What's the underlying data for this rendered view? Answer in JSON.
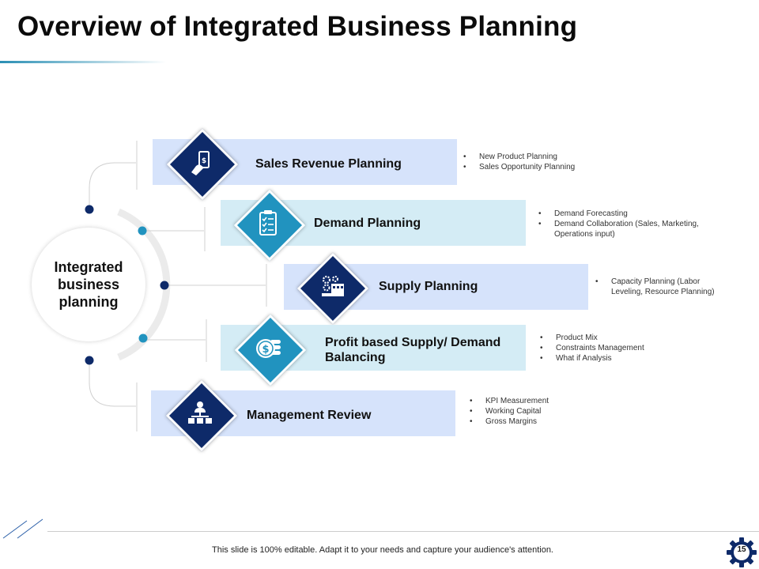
{
  "slide": {
    "title": "Overview of Integrated Business Planning",
    "hub_label": "Integrated business planning",
    "footer_text": "This slide is 100% editable. Adapt it to your needs and capture your audience's attention.",
    "page_number": "15",
    "colors": {
      "navy": "#0e2a69",
      "teal": "#2193bf",
      "band_blue": "#d6e3fb",
      "band_cyan": "#d4ecf5"
    }
  },
  "stages": [
    {
      "label": "Sales Revenue Planning",
      "icon": "hand-money-icon",
      "bullets": [
        "New Product Planning",
        "Sales Opportunity Planning"
      ]
    },
    {
      "label": "Demand Planning",
      "icon": "clipboard-checklist-icon",
      "bullets": [
        "Demand Forecasting",
        "Demand Collaboration  (Sales, Marketing, Operations input)"
      ]
    },
    {
      "label": "Supply Planning",
      "icon": "factory-gears-icon",
      "bullets": [
        "Capacity Planning (Labor Leveling, Resource Planning)"
      ]
    },
    {
      "label": "Profit based Supply/ Demand Balancing",
      "icon": "dollar-coins-icon",
      "bullets": [
        "Product Mix",
        "Constraints Management",
        "What if Analysis"
      ]
    },
    {
      "label": "Management Review",
      "icon": "org-chart-person-icon",
      "bullets": [
        "KPI Measurement",
        "Working Capital",
        "Gross Margins"
      ]
    }
  ]
}
